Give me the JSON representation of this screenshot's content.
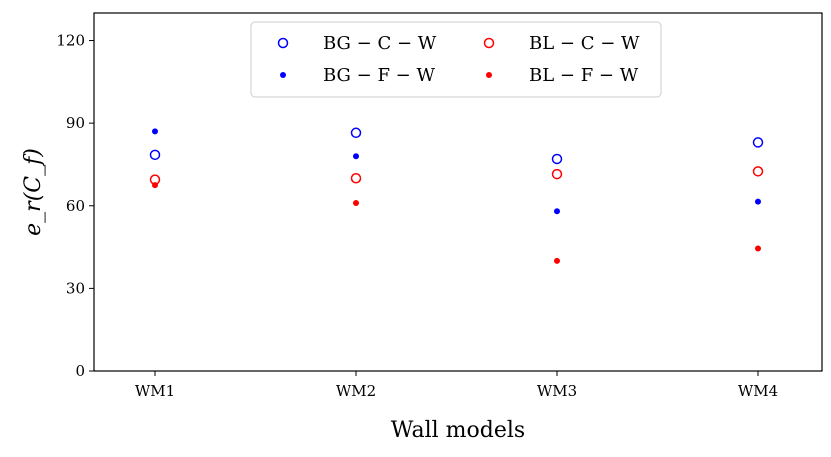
{
  "chart_data": {
    "type": "scatter",
    "categories": [
      "WM1",
      "WM2",
      "WM3",
      "WM4"
    ],
    "xlabel": "Wall models",
    "ylabel": "e_r(C_f)",
    "ylim": [
      0,
      130
    ],
    "yticks": [
      0,
      30,
      60,
      90,
      120
    ],
    "grid": false,
    "legend_position": "top-center",
    "legend_columns": 2,
    "series": [
      {
        "name": "BG − C − W",
        "color": "#0000ff",
        "marker": "open-circle",
        "values": [
          78.5,
          86.5,
          77.0,
          83.0
        ]
      },
      {
        "name": "BG − F − W",
        "color": "#0000ff",
        "marker": "filled-dot",
        "values": [
          87.0,
          78.0,
          58.0,
          61.5
        ]
      },
      {
        "name": "BL − C − W",
        "color": "#ff0000",
        "marker": "open-circle",
        "values": [
          69.5,
          70.0,
          71.5,
          72.5
        ]
      },
      {
        "name": "BL − F − W",
        "color": "#ff0000",
        "marker": "filled-dot",
        "values": [
          67.5,
          61.0,
          40.0,
          44.5
        ]
      }
    ]
  }
}
